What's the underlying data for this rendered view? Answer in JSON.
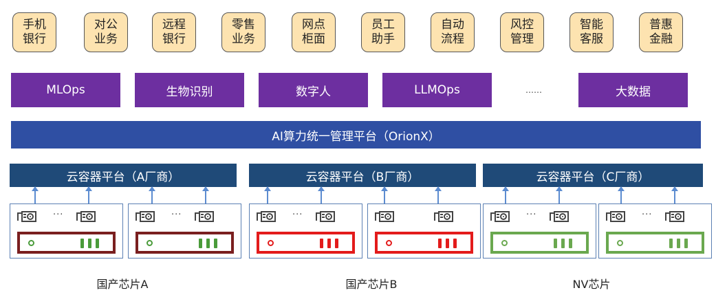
{
  "apps": [
    {
      "line1": "手机",
      "line2": "银行"
    },
    {
      "line1": "对公",
      "line2": "业务"
    },
    {
      "line1": "远程",
      "line2": "银行"
    },
    {
      "line1": "零售",
      "line2": "业务"
    },
    {
      "line1": "网点",
      "line2": "柜面"
    },
    {
      "line1": "员工",
      "line2": "助手"
    },
    {
      "line1": "自动",
      "line2": "流程"
    },
    {
      "line1": "风控",
      "line2": "管理"
    },
    {
      "line1": "智能",
      "line2": "客服"
    },
    {
      "line1": "普惠",
      "line2": "金融"
    }
  ],
  "capabilities": [
    "MLOps",
    "生物识别",
    "数字人",
    "LLMOps",
    "……",
    "大数据"
  ],
  "platform": "AI算力统一管理平台（OrionX）",
  "vendors": [
    {
      "cloud": "云容器平台（A厂商）",
      "label": "国产芯片A",
      "chassis": [
        "dark",
        "dark"
      ]
    },
    {
      "cloud": "云容器平台（B厂商）",
      "label": "国产芯片B",
      "chassis": [
        "bright",
        "bright"
      ]
    },
    {
      "cloud": "云容器平台（C厂商）",
      "label": "NV芯片",
      "chassis": [
        "green",
        "green"
      ]
    }
  ],
  "gpu_ellipsis": "···",
  "colors": {
    "app_fill": "#fde3b0",
    "capability": "#6d2fa0",
    "platform": "#2f4fa3",
    "cloud": "#1f4a78",
    "vendor_a": "#7a1f1f",
    "vendor_b": "#e31b1b",
    "vendor_c": "#6aa84f"
  }
}
